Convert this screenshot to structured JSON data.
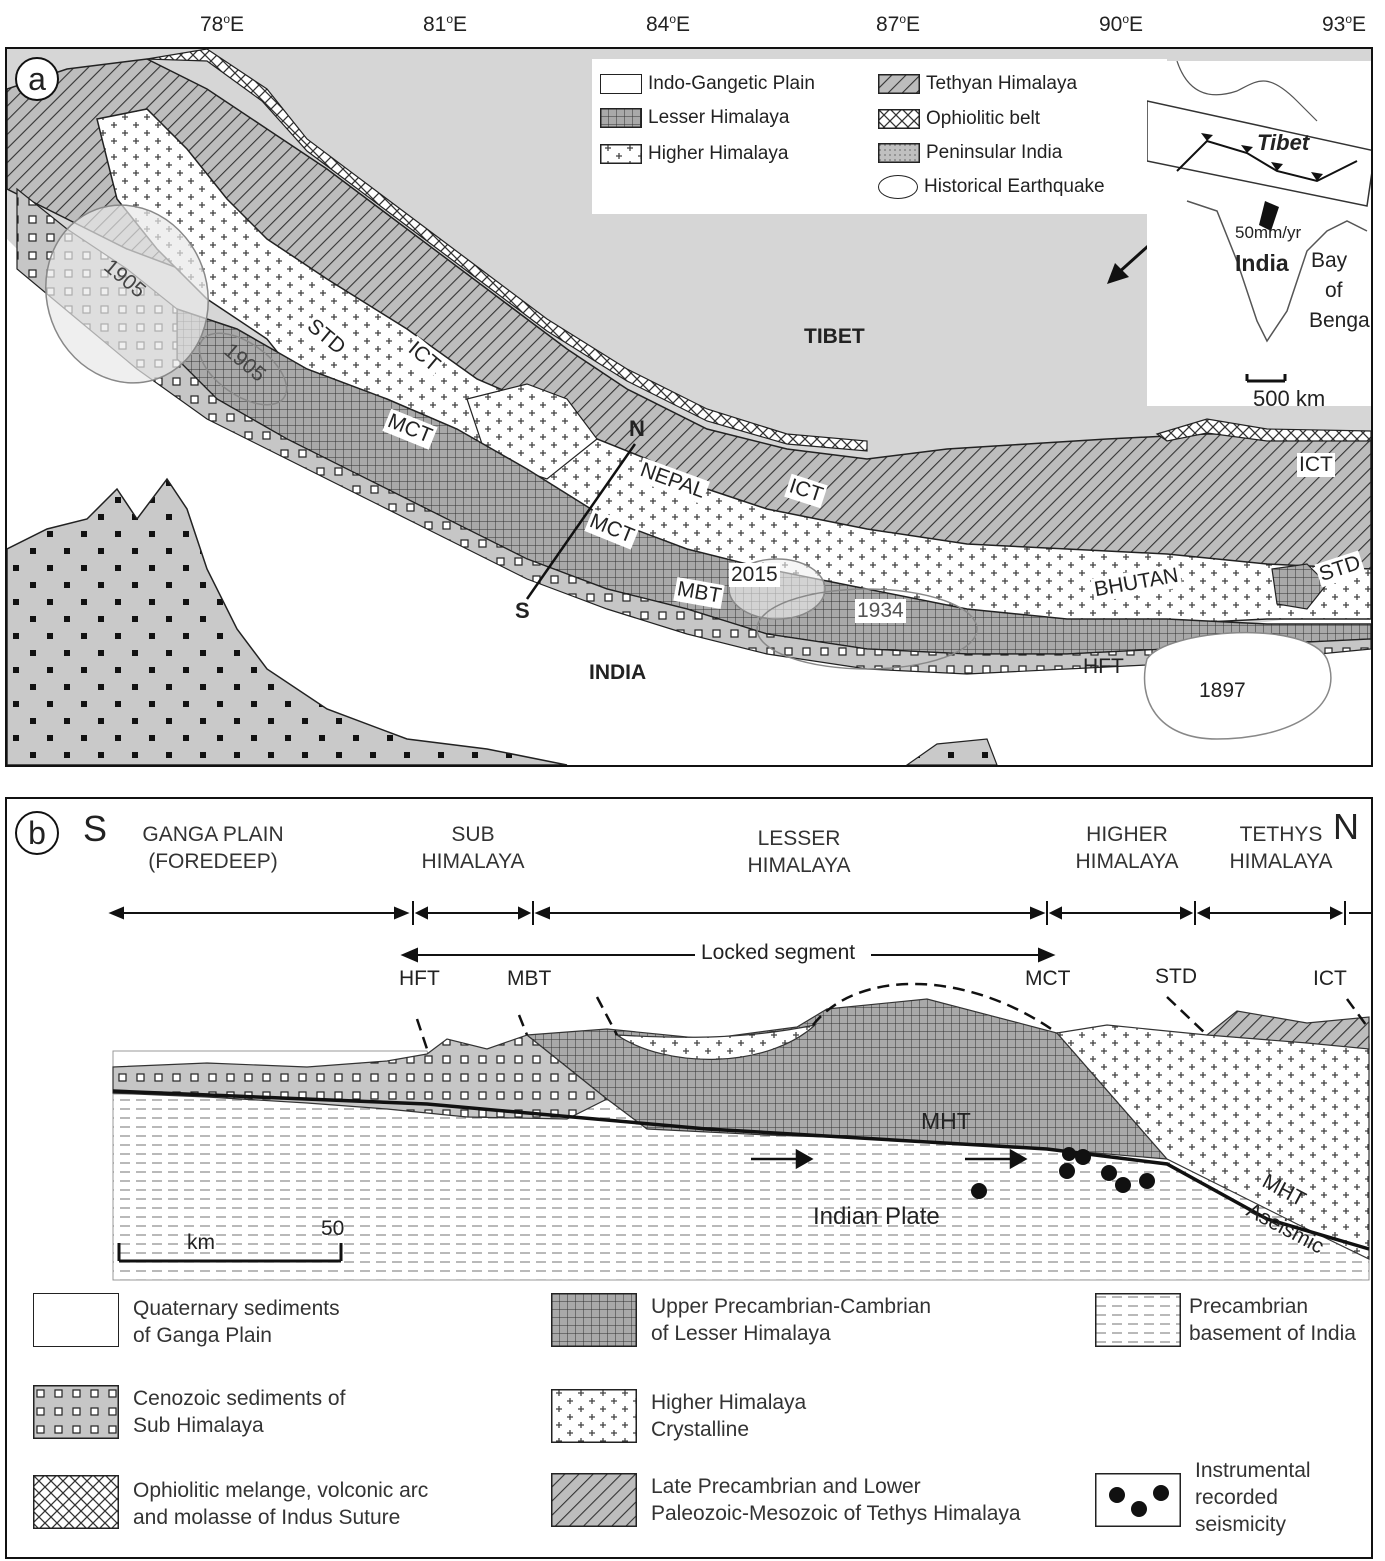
{
  "panel_a": {
    "label": "a",
    "longitudes": [
      "78°E",
      "81°E",
      "84°E",
      "87°E",
      "90°E",
      "93°E"
    ],
    "legend": [
      {
        "label": "Indo-Gangetic Plain",
        "pattern": "blank"
      },
      {
        "label": "Lesser Himalaya",
        "pattern": "grid"
      },
      {
        "label": "Higher Himalaya",
        "pattern": "plus"
      },
      {
        "label": "Tethyan Himalaya",
        "pattern": "hatch"
      },
      {
        "label": "Ophiolitic belt",
        "pattern": "crosshatch"
      },
      {
        "label": "Peninsular India",
        "pattern": "dots"
      },
      {
        "label": "Historical Earthquake",
        "pattern": "ellipse"
      }
    ],
    "regions": {
      "tibet": "TIBET",
      "india": "INDIA",
      "nepal": "NEPAL",
      "bhutan": "BHUTAN"
    },
    "faults": [
      "STD",
      "ICT",
      "MCT",
      "MCT",
      "ICT",
      "ICT",
      "MBT",
      "HFT",
      "STD"
    ],
    "earthquakes": [
      "1905",
      "1905",
      "2015",
      "1934",
      "1897"
    ],
    "section_ends": {
      "north": "N",
      "south": "S"
    },
    "inset": {
      "tibet": "Tibet",
      "rate": "50mm/yr",
      "india": "India",
      "bay": [
        "Bay",
        "of",
        "Benga"
      ],
      "scale": "500 km"
    }
  },
  "panel_b": {
    "label": "b",
    "south": "S",
    "north": "N",
    "zones": [
      {
        "line1": "GANGA PLAIN",
        "line2": "(FOREDEEP)"
      },
      {
        "line1": "SUB",
        "line2": "HIMALAYA"
      },
      {
        "line1": "LESSER",
        "line2": "HIMALAYA"
      },
      {
        "line1": "HIGHER",
        "line2": "HIMALAYA"
      },
      {
        "line1": "TETHYS",
        "line2": "HIMALAYA"
      }
    ],
    "locked_segment": "Locked segment",
    "faults": [
      "HFT",
      "MBT",
      "MCT",
      "STD",
      "ICT"
    ],
    "mht": "MHT",
    "mht_lower": "MHT",
    "aseismic": "Aseismic",
    "plate": "Indian Plate",
    "scale": {
      "unit": "km",
      "value": "50"
    },
    "legend": [
      {
        "line1": "Quaternary sediments",
        "line2": "of Ganga Plain",
        "pattern": "blank"
      },
      {
        "line1": "Upper Precambrian-Cambrian",
        "line2": "of Lesser Himalaya",
        "pattern": "grid"
      },
      {
        "line1": "Precambrian",
        "line2": "basement of India",
        "pattern": "dash"
      },
      {
        "line1": "Cenozoic sediments of",
        "line2": "Sub Himalaya",
        "pattern": "squares"
      },
      {
        "line1": "Higher Himalaya",
        "line2": "Crystalline",
        "pattern": "plus"
      },
      {
        "line1": "Ophiolitic  melange, volconic arc",
        "line2": "and molasse of Indus Suture",
        "pattern": "crosshatch"
      },
      {
        "line1": "Late Precambrian and Lower",
        "line2": "Paleozoic-Mesozoic of Tethys Himalaya",
        "pattern": "hatch"
      },
      {
        "line1": "Instrumental",
        "line2": "recorded",
        "line3": "seismicity",
        "pattern": "quakes"
      }
    ]
  },
  "colors": {
    "tibet_gray": "#d6d6d6",
    "unit_gray": "#c4c4c4",
    "dark_gray": "#9a9a9a",
    "ink": "#111111"
  }
}
